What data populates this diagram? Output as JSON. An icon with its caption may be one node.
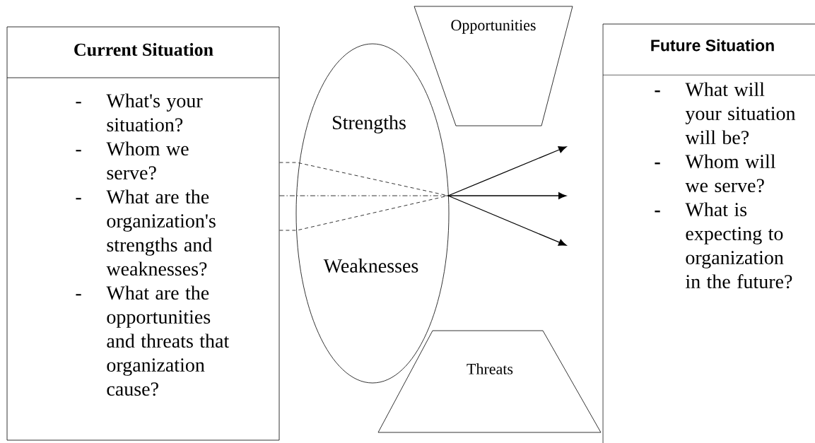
{
  "diagram": {
    "nodes": [
      {
        "text": [
          "Current Situation",
          "-",
          "What's your situation?",
          "-",
          "Whom we serve?",
          "-",
          "What are the organization's strengths and weaknesses?",
          "-",
          "What are the opportunities and threats that organization cause?"
        ]
      },
      {
        "text": [
          "Strengths",
          "Weaknesses"
        ]
      },
      {
        "text": [
          "Opportunities"
        ]
      },
      {
        "text": [
          "Threats"
        ]
      },
      {
        "text": [
          "Future Situation",
          "-",
          "What will your situation will be?",
          "-",
          "Whom will we serve?",
          "-",
          "What is expecting to organization in the future?"
        ]
      }
    ],
    "edges": [
      {
        "from": 0,
        "to": 1,
        "arrow": "none",
        "style": "dashed"
      },
      {
        "from": 0,
        "to": 1,
        "arrow": "none",
        "style": "dashed"
      },
      {
        "from": 0,
        "to": 1,
        "arrow": "none",
        "style": "dashed"
      },
      {
        "from": 1,
        "to": null,
        "arrow": "to"
      },
      {
        "from": 1,
        "to": null,
        "arrow": "to"
      },
      {
        "from": 1,
        "to": null,
        "arrow": "to"
      }
    ]
  }
}
